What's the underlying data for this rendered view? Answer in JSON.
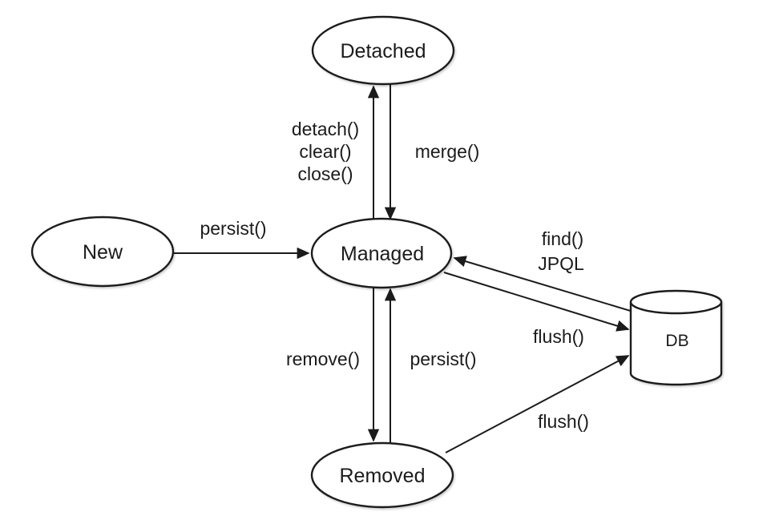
{
  "colors": {
    "background": "#ffffff",
    "ink": "#1b1b1b"
  },
  "nodes": {
    "detached": {
      "label": "Detached"
    },
    "new": {
      "label": "New"
    },
    "managed": {
      "label": "Managed"
    },
    "removed": {
      "label": "Removed"
    },
    "db": {
      "label": "DB"
    }
  },
  "edges": {
    "managed_to_detached": {
      "lines": [
        "detach()",
        "clear()",
        "close()"
      ]
    },
    "detached_to_managed": {
      "label": "merge()"
    },
    "new_to_managed": {
      "label": "persist()"
    },
    "db_to_managed": {
      "lines": [
        "find()",
        "JPQL"
      ]
    },
    "managed_to_db": {
      "label": "flush()"
    },
    "managed_to_removed": {
      "label": "remove()"
    },
    "removed_to_managed": {
      "label": "persist()"
    },
    "removed_to_db": {
      "label": "flush()"
    }
  }
}
